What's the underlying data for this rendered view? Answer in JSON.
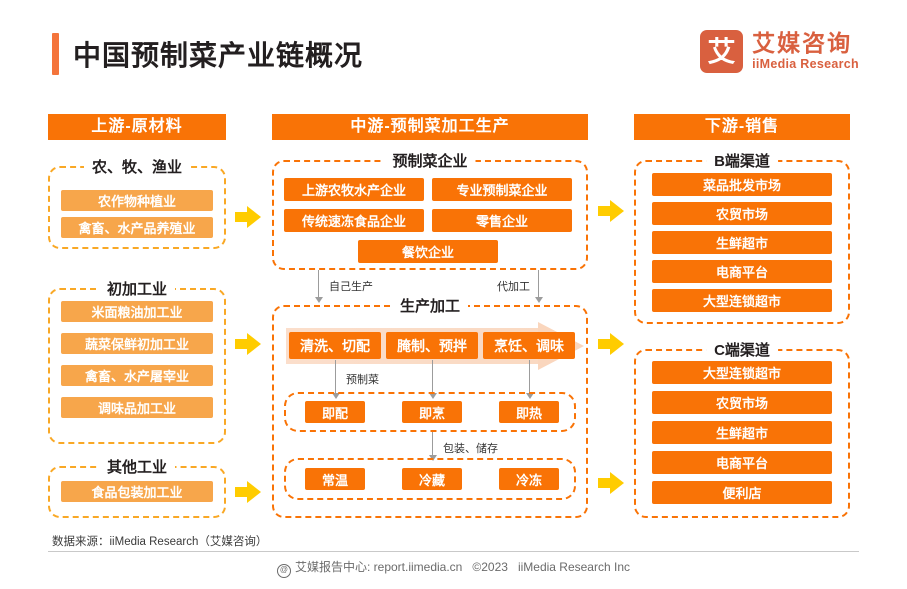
{
  "header": {
    "title": "中国预制菜产业链概况",
    "logo_mark": "艾",
    "logo_cn": "艾媒咨询",
    "logo_en": "iiMedia Research"
  },
  "columns": {
    "upstream": "上游-原材料",
    "midstream": "中游-预制菜加工生产",
    "downstream": "下游-销售"
  },
  "upstream": {
    "groups": [
      {
        "title": "农、牧、渔业",
        "items": [
          "农作物种植业",
          "禽畜、水产品养殖业"
        ]
      },
      {
        "title": "初加工业",
        "items": [
          "米面粮油加工业",
          "蔬菜保鲜初加工业",
          "禽畜、水产屠宰业",
          "调味品加工业"
        ]
      },
      {
        "title": "其他工业",
        "items": [
          "食品包装加工业"
        ]
      }
    ]
  },
  "midstream": {
    "enterprise": {
      "title": "预制菜企业",
      "items": [
        "上游农牧水产企业",
        "专业预制菜企业",
        "传统速冻食品企业",
        "零售企业",
        "餐饮企业"
      ]
    },
    "connectors": {
      "self": "自己生产",
      "oem": "代加工",
      "product": "预制菜",
      "packaging": "包装、储存"
    },
    "production": {
      "title": "生产加工",
      "steps": [
        "清洗、切配",
        "腌制、预拌",
        "烹饪、调味"
      ],
      "ready_types": [
        "即配",
        "即烹",
        "即热"
      ],
      "storage_types": [
        "常温",
        "冷藏",
        "冷冻"
      ]
    }
  },
  "downstream": {
    "groups": [
      {
        "title": "B端渠道",
        "items": [
          "菜品批发市场",
          "农贸市场",
          "生鲜超市",
          "电商平台",
          "大型连锁超市"
        ]
      },
      {
        "title": "C端渠道",
        "items": [
          "大型连锁超市",
          "农贸市场",
          "生鲜超市",
          "电商平台",
          "便利店"
        ]
      }
    ]
  },
  "footer": {
    "source": "数据来源：iiMedia Research（艾媒咨询）",
    "center": "艾媒报告中心: report.iimedia.cn",
    "copyright": "©2023",
    "company": "iiMedia Research  Inc"
  },
  "colors": {
    "orange": "#F97306",
    "light_orange": "#F7A64B",
    "yellow": "#FFCC00",
    "brand": "#D9603F"
  }
}
